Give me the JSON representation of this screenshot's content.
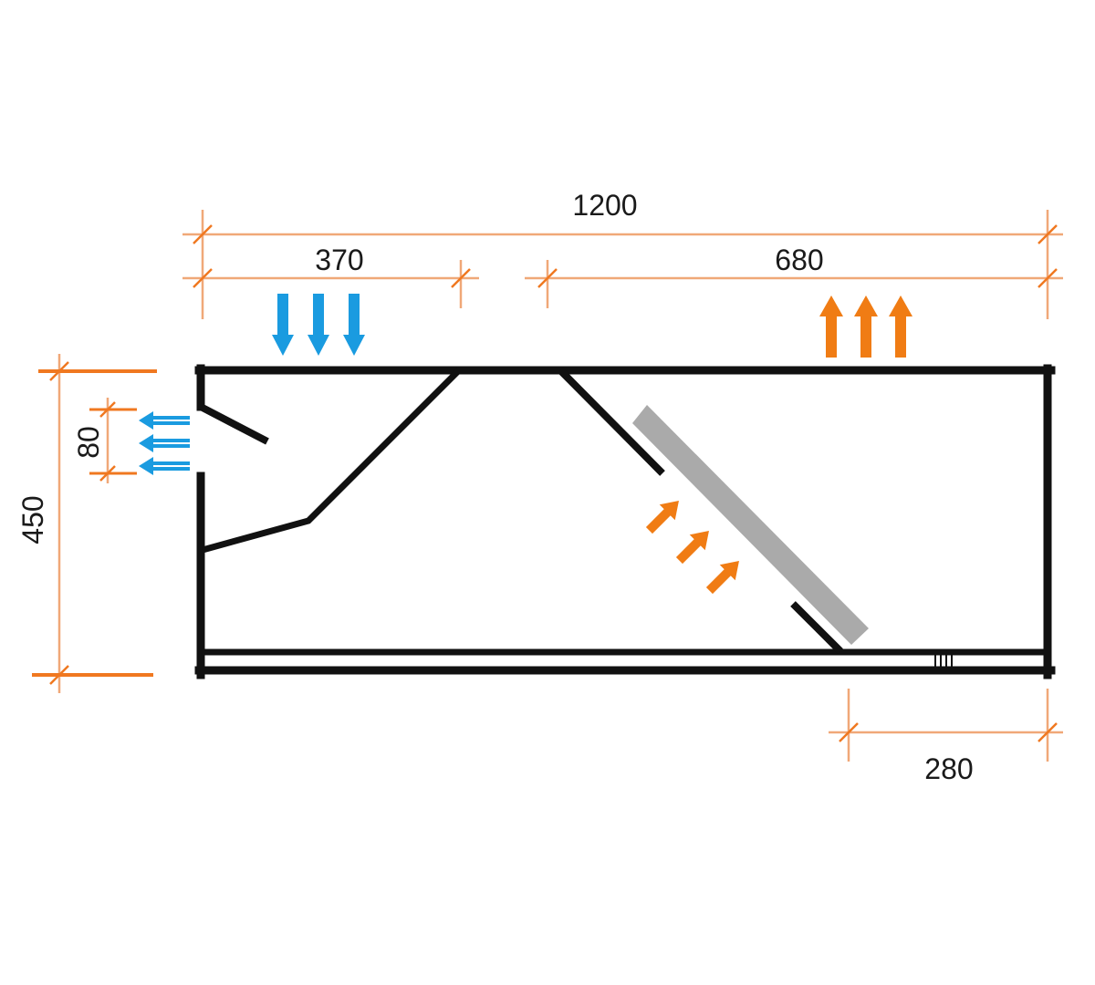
{
  "dimensions": {
    "overall_width": "1200",
    "intake_section_width": "370",
    "exhaust_section_width": "680",
    "height": "450",
    "intake_opening": "80",
    "filter_section_width": "280"
  },
  "colors": {
    "structure": "#111111",
    "dimension_line": "#f0a878",
    "dimension_tick": "#f07820",
    "cold_air": "#1a9be0",
    "warm_air": "#f07c14",
    "filter_panel": "#aaaaaa"
  }
}
